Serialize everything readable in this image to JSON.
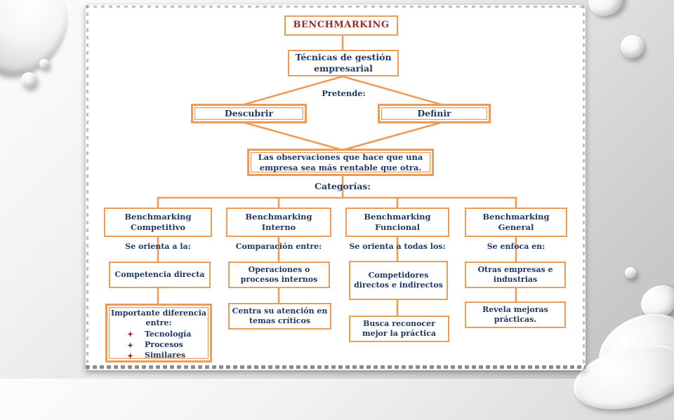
{
  "diagram": {
    "title": "BENCHMARKING",
    "definition": "Técnicas de gestión empresarial",
    "intent_label": "Pretende:",
    "intent_left": "Descubrir",
    "intent_right": "Definir",
    "observation": "Las observaciones que hace que una empresa sea más rentable que otra.",
    "categories_label": "Categorías:",
    "columns": [
      {
        "header": "Benchmarking Competitivo",
        "subtitle": "Se orienta a la:",
        "focus": "Competencia directa",
        "detail": "Importante diferencia entre:",
        "bullets": [
          "Tecnología",
          "Procesos",
          "Similares"
        ]
      },
      {
        "header": "Benchmarking Interno",
        "subtitle": "Comparación entre:",
        "focus": "Operaciones o procesos internos",
        "detail": "Centra su atención en temas críticos",
        "bullets": []
      },
      {
        "header": "Benchmarking Funcional",
        "subtitle": "Se orienta a todas los:",
        "focus": "Competidores directos e indirectos",
        "detail": "Busca reconocer mejor la práctica",
        "bullets": []
      },
      {
        "header": "Benchmarking General",
        "subtitle": "Se enfoca en:",
        "focus": "Otras empresas e industrias",
        "detail": "Revela mejoras prácticas.",
        "bullets": []
      }
    ],
    "icons": {
      "bullet": "arrow-bullet-icon"
    },
    "colors": {
      "connector_orange": "#ED9C55",
      "text_navy": "#1F3864",
      "title_red": "#9E2B23",
      "bullet_red": "#C00000"
    }
  }
}
